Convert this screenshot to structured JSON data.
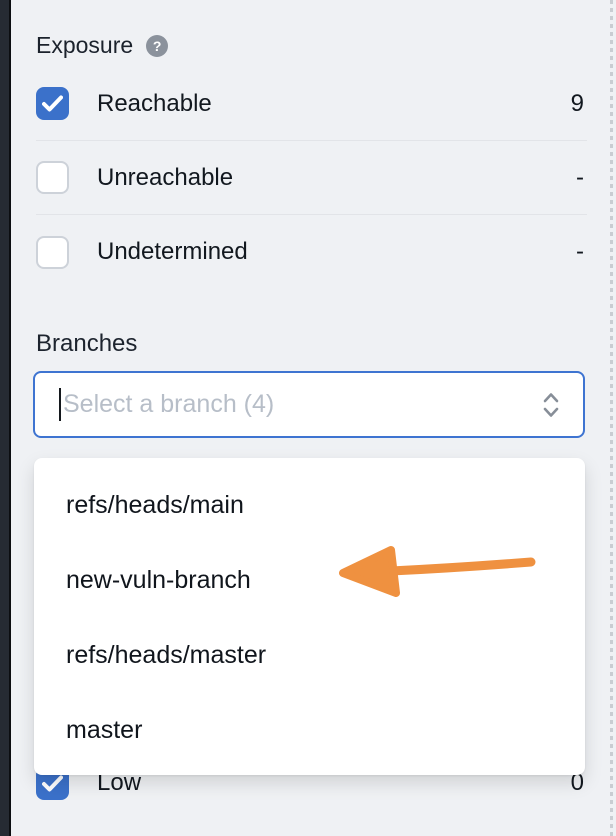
{
  "exposure_section": {
    "title": "Exposure",
    "help_icon": "?",
    "rows": [
      {
        "label": "Reachable",
        "count": "9",
        "checked": true
      },
      {
        "label": "Unreachable",
        "count": "-",
        "checked": false
      },
      {
        "label": "Undetermined",
        "count": "-",
        "checked": false
      }
    ]
  },
  "branches_section": {
    "title": "Branches",
    "select": {
      "value": "",
      "placeholder": "Select a branch (4)"
    },
    "dropdown_options": [
      "refs/heads/main",
      "new-vuln-branch",
      "refs/heads/master",
      "master"
    ]
  },
  "severity_section_partial": {
    "rows": [
      {
        "label": "Low",
        "count": "0",
        "checked": true
      }
    ]
  },
  "annotation": {
    "type": "arrow",
    "points_to": "new-vuln-branch",
    "color": "#ef9140"
  },
  "colors": {
    "checkbox_checked_blue": "#3b71ca",
    "select_focus_border_blue": "#3e74d1",
    "arrow_orange": "#ef9140",
    "background": "#eff1f4"
  }
}
